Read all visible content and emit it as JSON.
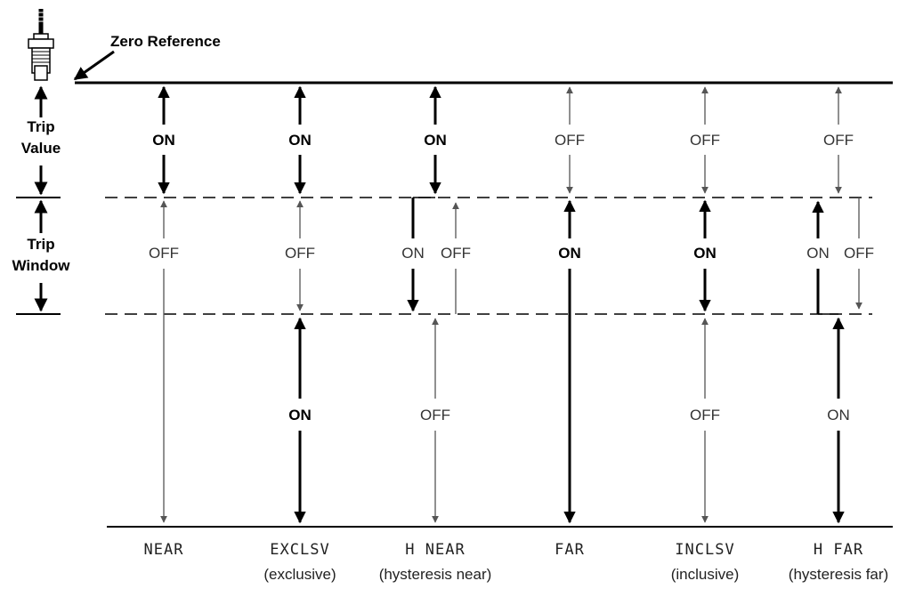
{
  "zero_reference": "Zero Reference",
  "side_labels": {
    "trip_value": [
      "Trip",
      "Value"
    ],
    "trip_window": [
      "Trip",
      "Window"
    ]
  },
  "columns": [
    {
      "id": "near",
      "mode": "NEAR",
      "desc": "",
      "value_zone": "ON",
      "window_zone": "OFF",
      "far_zone": ""
    },
    {
      "id": "exclsv",
      "mode": "EXCLSV",
      "desc": "(exclusive)",
      "value_zone": "ON",
      "window_zone": "OFF",
      "far_zone": "ON"
    },
    {
      "id": "h-near",
      "mode": "H NEAR",
      "desc": "(hysteresis near)",
      "value_zone": "ON",
      "window_on": "ON",
      "window_off": "OFF",
      "far_zone": "OFF"
    },
    {
      "id": "far",
      "mode": "FAR",
      "desc": "",
      "value_zone": "OFF",
      "window_zone": "ON",
      "far_zone": ""
    },
    {
      "id": "inclsv",
      "mode": "INCLSV",
      "desc": "(inclusive)",
      "value_zone": "OFF",
      "window_zone": "ON",
      "far_zone": "OFF"
    },
    {
      "id": "h-far",
      "mode": "H FAR",
      "desc": "(hysteresis far)",
      "value_zone": "OFF",
      "window_on": "ON",
      "window_off": "OFF",
      "far_zone": "ON"
    }
  ],
  "colors": {
    "on": "#000000",
    "off": "#555555",
    "line": "#000000"
  }
}
